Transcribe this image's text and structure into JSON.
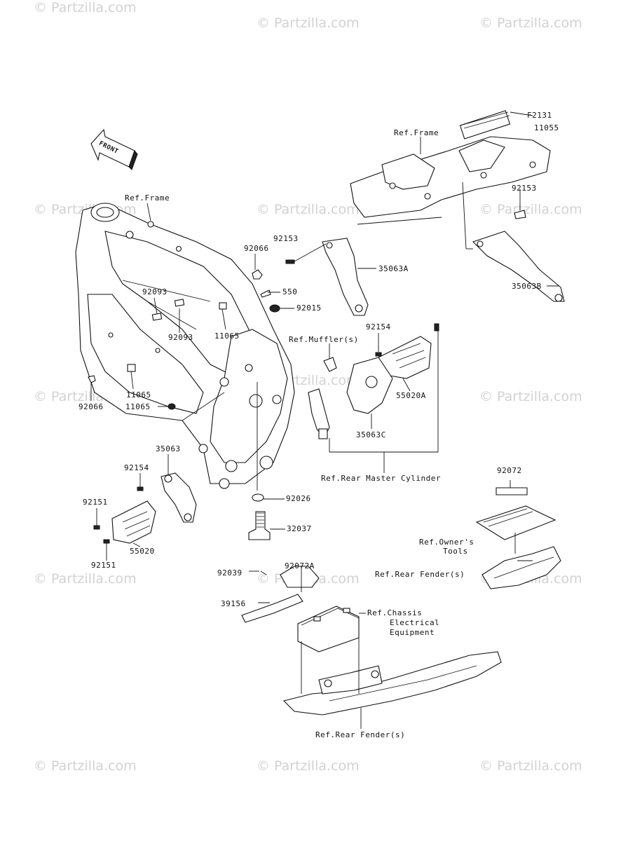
{
  "diagram_id": "F2131",
  "watermark": "© Partzilla.com",
  "front_arrow": "FRONT",
  "labels": {
    "ref_frame_top": "Ref.Frame",
    "ref_frame_left": "Ref.Frame",
    "p11055_top": "11055",
    "p92153_right": "92153",
    "p92153_mid": "92153",
    "p35063A": "35063A",
    "p35063B": "35063B",
    "p92066_top": "92066",
    "p550": "550",
    "p92015": "92015",
    "p92093_a": "92093",
    "p92093_b": "92093",
    "p11065_a": "11065",
    "ref_muffler": "Ref.Muffler(s)",
    "p92154_right": "92154",
    "p55020A": "55020A",
    "p35063C": "35063C",
    "p11065_b": "11065",
    "p11065_c": "11065",
    "p92066_bottom": "92066",
    "p35063": "35063",
    "p92154_left": "92154",
    "ref_rear_master": "Ref.Rear Master Cylinder",
    "p92151_a": "92151",
    "p92151_b": "92151",
    "p55020": "55020",
    "p92026": "92026",
    "p32037": "32037",
    "p92072": "92072",
    "ref_owners_tools_1": "Ref.Owner's",
    "ref_owners_tools_2": "Tools",
    "ref_rear_fender_right": "Ref.Rear Fender(s)",
    "p92072A": "92072A",
    "p92039": "92039",
    "p39156": "39156",
    "ref_chassis_1": "Ref.Chassis",
    "ref_chassis_2": "Electrical",
    "ref_chassis_3": "Equipment",
    "ref_rear_fender_bottom": "Ref.Rear Fender(s)"
  }
}
